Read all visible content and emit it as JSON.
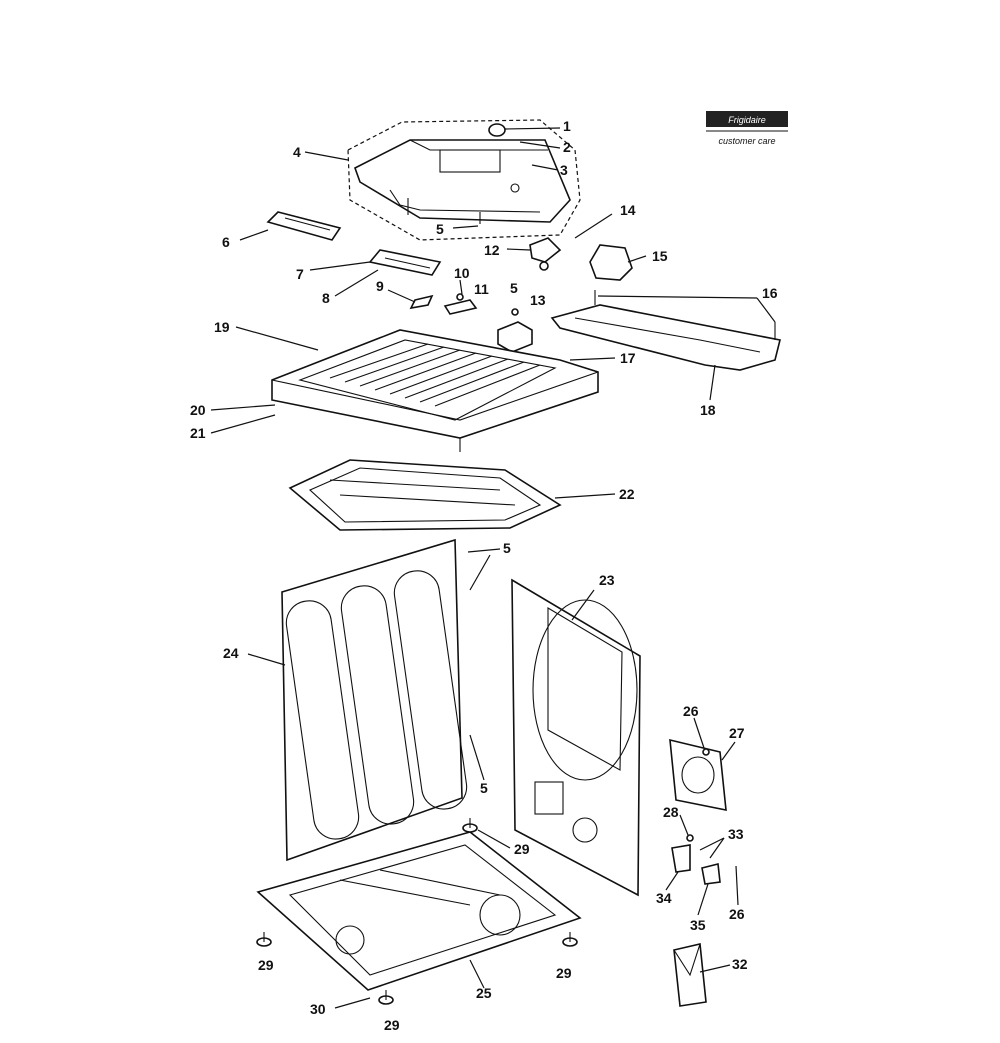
{
  "logo": {
    "line1": "Frigidaire",
    "line2": "customer care"
  },
  "callouts": [
    {
      "id": "c1",
      "label": "1"
    },
    {
      "id": "c2",
      "label": "2"
    },
    {
      "id": "c3",
      "label": "3"
    },
    {
      "id": "c4",
      "label": "4"
    },
    {
      "id": "c5a",
      "label": "5"
    },
    {
      "id": "c6",
      "label": "6"
    },
    {
      "id": "c7",
      "label": "7"
    },
    {
      "id": "c8",
      "label": "8"
    },
    {
      "id": "c9",
      "label": "9"
    },
    {
      "id": "c10",
      "label": "10"
    },
    {
      "id": "c11",
      "label": "11"
    },
    {
      "id": "c12",
      "label": "12"
    },
    {
      "id": "c5b",
      "label": "5"
    },
    {
      "id": "c13",
      "label": "13"
    },
    {
      "id": "c14",
      "label": "14"
    },
    {
      "id": "c15",
      "label": "15"
    },
    {
      "id": "c16",
      "label": "16"
    },
    {
      "id": "c17",
      "label": "17"
    },
    {
      "id": "c18",
      "label": "18"
    },
    {
      "id": "c19",
      "label": "19"
    },
    {
      "id": "c20",
      "label": "20"
    },
    {
      "id": "c21",
      "label": "21"
    },
    {
      "id": "c22",
      "label": "22"
    },
    {
      "id": "c5c",
      "label": "5"
    },
    {
      "id": "c23",
      "label": "23"
    },
    {
      "id": "c24",
      "label": "24"
    },
    {
      "id": "c5d",
      "label": "5"
    },
    {
      "id": "c26a",
      "label": "26"
    },
    {
      "id": "c27",
      "label": "27"
    },
    {
      "id": "c28",
      "label": "28"
    },
    {
      "id": "c33",
      "label": "33"
    },
    {
      "id": "c29a",
      "label": "29"
    },
    {
      "id": "c34",
      "label": "34"
    },
    {
      "id": "c35",
      "label": "35"
    },
    {
      "id": "c26b",
      "label": "26"
    },
    {
      "id": "c29b",
      "label": "29"
    },
    {
      "id": "c29c",
      "label": "29"
    },
    {
      "id": "c25",
      "label": "25"
    },
    {
      "id": "c32",
      "label": "32"
    },
    {
      "id": "c30",
      "label": "30"
    },
    {
      "id": "c29d",
      "label": "29"
    }
  ]
}
